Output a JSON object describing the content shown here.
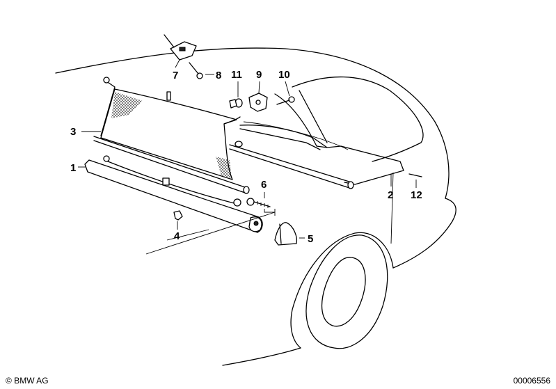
{
  "callouts": [
    "1",
    "2",
    "3",
    "4",
    "5",
    "6",
    "7",
    "8",
    "9",
    "10",
    "11",
    "12"
  ],
  "footer": {
    "copyright_symbol": "©",
    "copyright_text": "BMW AG",
    "diagram_id": "00006556"
  }
}
